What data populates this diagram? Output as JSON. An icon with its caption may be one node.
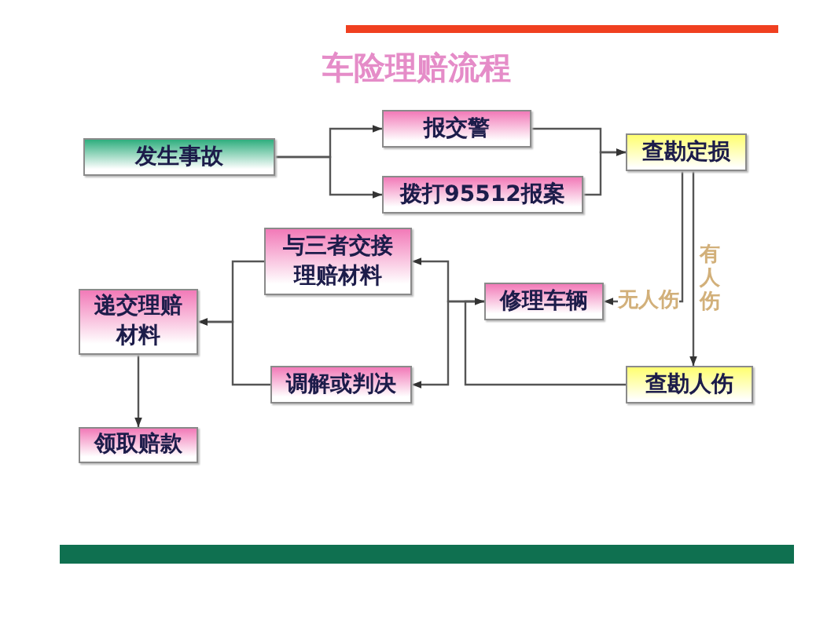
{
  "diagram": {
    "title": "车险理赔流程",
    "nodes": [
      {
        "text": [
          "发生事故"
        ]
      },
      {
        "text": [
          "报交警"
        ]
      },
      {
        "text": [
          "拨打95512报案"
        ]
      },
      {
        "text": [
          "查勘定损"
        ]
      },
      {
        "text": [
          "与三者交接理赔材料"
        ]
      },
      {
        "text": [
          "修理车辆"
        ]
      },
      {
        "text": [
          "递交理赔材料"
        ]
      },
      {
        "text": [
          "调解或判决"
        ]
      },
      {
        "text": [
          "查勘人伤"
        ]
      },
      {
        "text": [
          "领取赔款"
        ]
      }
    ],
    "edges": [
      {
        "from": 0,
        "to": 1,
        "arrow": "to"
      },
      {
        "from": 0,
        "to": 2,
        "arrow": "to"
      },
      {
        "from": 1,
        "to": 3,
        "arrow": "to"
      },
      {
        "from": 2,
        "to": 3,
        "arrow": "to"
      },
      {
        "from": 3,
        "to": 5,
        "arrow": "to",
        "label": "无人伤"
      },
      {
        "from": 3,
        "to": 8,
        "arrow": "to",
        "label": "有人伤"
      },
      {
        "from": 5,
        "to": 4,
        "arrow": "to"
      },
      {
        "from": 5,
        "to": 7,
        "arrow": "to"
      },
      {
        "from": 8,
        "to": 5,
        "arrow": "to"
      },
      {
        "from": 4,
        "to": 6,
        "arrow": "to"
      },
      {
        "from": 7,
        "to": 6,
        "arrow": "to"
      },
      {
        "from": 6,
        "to": 9,
        "arrow": "to"
      }
    ]
  }
}
